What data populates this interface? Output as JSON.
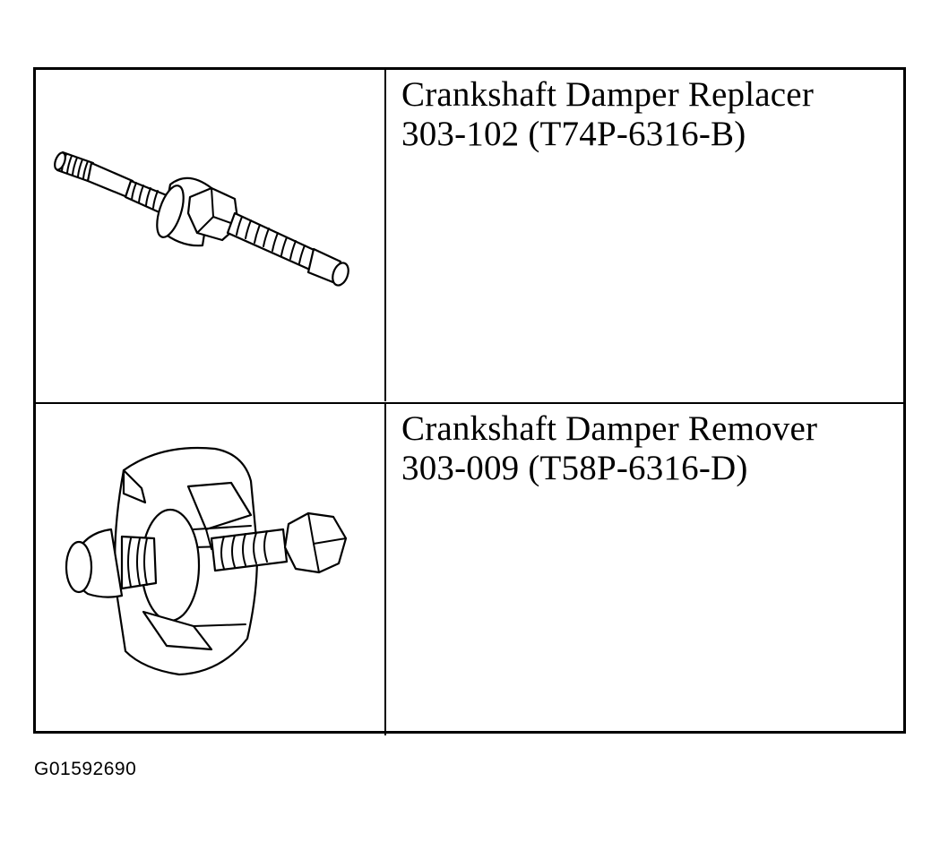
{
  "tools": [
    {
      "name": "Crankshaft Damper Replacer",
      "number": "303-102 (T74P-6316-B)",
      "illustration_icon": "threaded-rod-replacer-icon"
    },
    {
      "name": "Crankshaft Damper Remover",
      "number": "303-009 (T58P-6316-D)",
      "illustration_icon": "damper-puller-icon"
    }
  ],
  "figure_id": "G01592690"
}
